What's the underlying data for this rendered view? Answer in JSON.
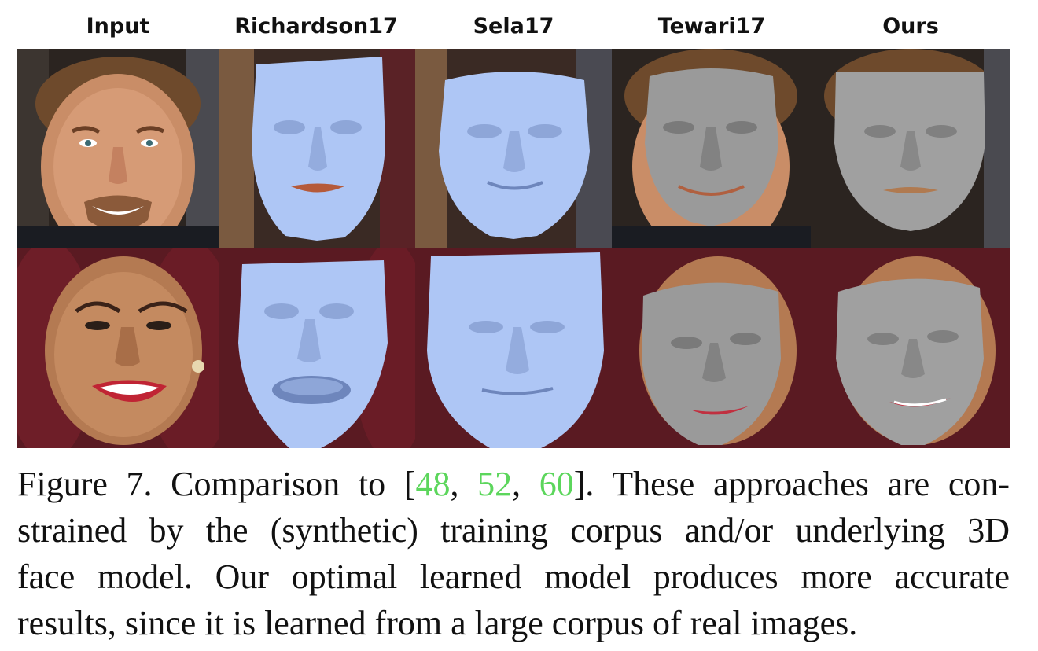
{
  "columns": [
    "Input",
    "Richardson17",
    "Sela17",
    "Tewari17",
    "Ours"
  ],
  "rows": [
    {
      "subject": "man",
      "cells": [
        "photo",
        "blue-mesh",
        "blue-mesh",
        "gray-mesh",
        "gray-mesh"
      ]
    },
    {
      "subject": "woman",
      "cells": [
        "photo",
        "blue-mesh",
        "blue-mesh",
        "gray-mesh",
        "gray-mesh"
      ]
    }
  ],
  "caption": {
    "prefix": "Figure 7. Comparison to [",
    "cite1": "48",
    "sep1": ", ",
    "cite2": "52",
    "sep2": ", ",
    "cite3": "60",
    "suffix": "].  These approaches are con-",
    "line2": "strained by the (synthetic) training corpus and/or underlying 3D",
    "line3": "face model.  Our optimal learned model produces more accurate",
    "line4": "results, since it is learned from a large corpus of real images."
  },
  "colors": {
    "citation": "#5cd65c",
    "mesh_blue": "#aec6f5",
    "mesh_gray": "#9a9a9a"
  }
}
